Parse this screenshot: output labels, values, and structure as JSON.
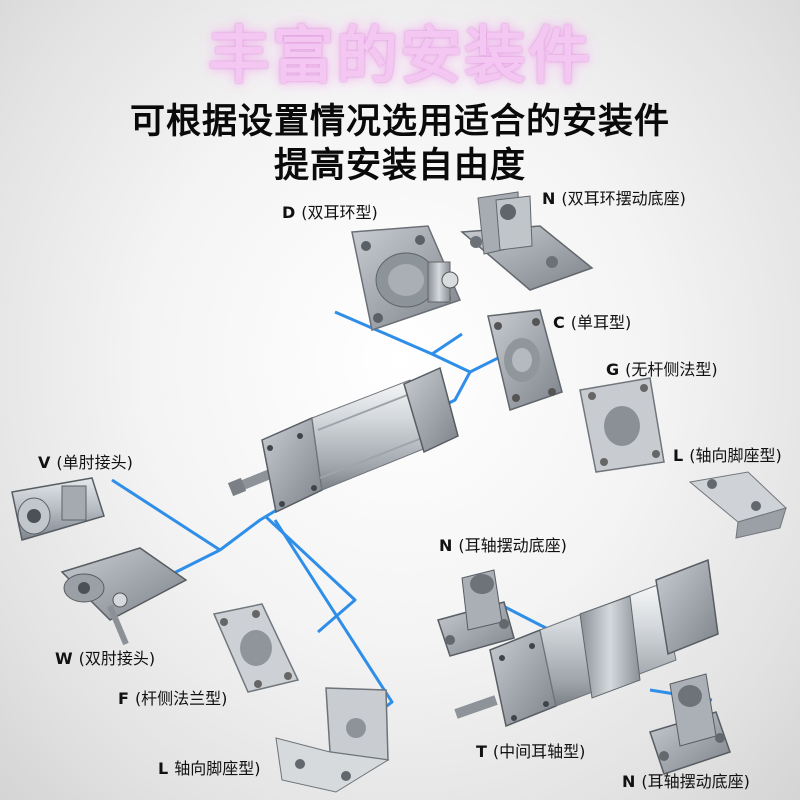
{
  "title": "丰富的安装件",
  "subtitle_line1": "可根据设置情况选用适合的安装件",
  "subtitle_line2": "提高安装自由度",
  "colors": {
    "title": "#f4c6f2",
    "connector": "#2f8ee8",
    "metal": "#b9bfc6",
    "dark_metal": "#5b6066"
  },
  "labels": {
    "D": {
      "code": "D",
      "desc": "(双耳环型)"
    },
    "N_top": {
      "code": "N",
      "desc": "(双耳环摆动底座)"
    },
    "C": {
      "code": "C",
      "desc": "(单耳型)"
    },
    "G": {
      "code": "G",
      "desc": "(无杆侧法型)"
    },
    "L_right": {
      "code": "L",
      "desc": "(轴向脚座型)"
    },
    "V": {
      "code": "V",
      "desc": "(单肘接头)"
    },
    "W": {
      "code": "W",
      "desc": "(双肘接头)"
    },
    "F": {
      "code": "F",
      "desc": "(杆侧法兰型)"
    },
    "L_bottom": {
      "code": "L",
      "desc": "轴向脚座型)"
    },
    "N_mid": {
      "code": "N",
      "desc": "(耳轴摆动底座)"
    },
    "T": {
      "code": "T",
      "desc": "(中间耳轴型)"
    },
    "N_bottom": {
      "code": "N",
      "desc": "(耳轴摆动底座)"
    }
  }
}
